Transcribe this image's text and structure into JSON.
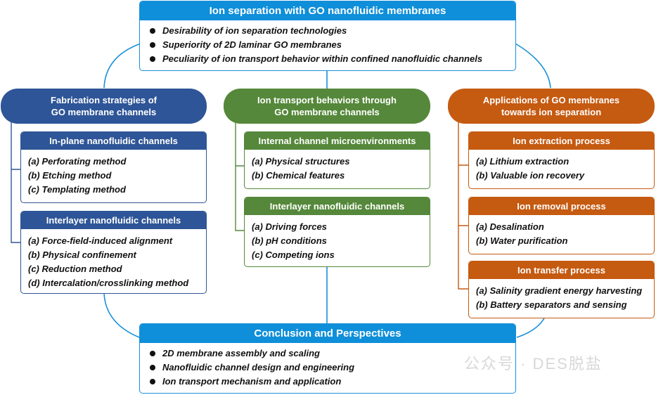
{
  "top": {
    "title": "Ion separation with GO nanofluidic membranes",
    "bullets": [
      "Desirability of ion separation  technologies",
      "Superiority of 2D laminar GO membranes",
      "Peculiarity of ion transport behavior within confined nanofluidic channels"
    ]
  },
  "columns": [
    {
      "title_line1": "Fabrication strategies of",
      "title_line2": "GO membrane channels",
      "color": "#2e5597",
      "groups": [
        {
          "title": "In-plane nanofluidic channels",
          "items": [
            "(a)  Perforating method",
            "(b)  Etching method",
            "(c)  Templating method"
          ]
        },
        {
          "title": "Interlayer nanofluidic channels",
          "items": [
            "(a)  Force-field-induced alignment",
            "(b)  Physical confinement",
            "(c)  Reduction method",
            "(d)  Intercalation/crosslinking method"
          ]
        }
      ]
    },
    {
      "title_line1": "Ion transport behaviors through",
      "title_line2": "GO membrane channels",
      "color": "#55883a",
      "groups": [
        {
          "title": "Internal channel microenvironments",
          "items": [
            "(a)  Physical structures",
            "(b)  Chemical features"
          ]
        },
        {
          "title": "Interlayer nanofluidic channels",
          "items": [
            "(a)  Driving forces",
            "(b)  pH conditions",
            "(c)  Competing ions"
          ]
        }
      ]
    },
    {
      "title_line1": "Applications of GO membranes",
      "title_line2": "towards ion separation",
      "color": "#c55a11",
      "groups": [
        {
          "title": "Ion extraction process",
          "items": [
            "(a)  Lithium extraction",
            "(b)  Valuable ion recovery"
          ]
        },
        {
          "title": "Ion removal process",
          "items": [
            "(a)  Desalination",
            "(b)  Water purification"
          ]
        },
        {
          "title": "Ion transfer process",
          "items": [
            "(a)  Salinity gradient energy harvesting",
            "(b)  Battery separators and sensing"
          ]
        }
      ]
    }
  ],
  "bottom": {
    "title": "Conclusion and Perspectives",
    "bullets": [
      "2D membrane assembly and scaling",
      "Nanofluidic channel design and engineering",
      "Ion transport mechanism and application"
    ]
  },
  "watermark": "公众号 · DES脱盐",
  "colors": {
    "connector": "#1a8fd8",
    "main_header": "#0f8fd9"
  }
}
